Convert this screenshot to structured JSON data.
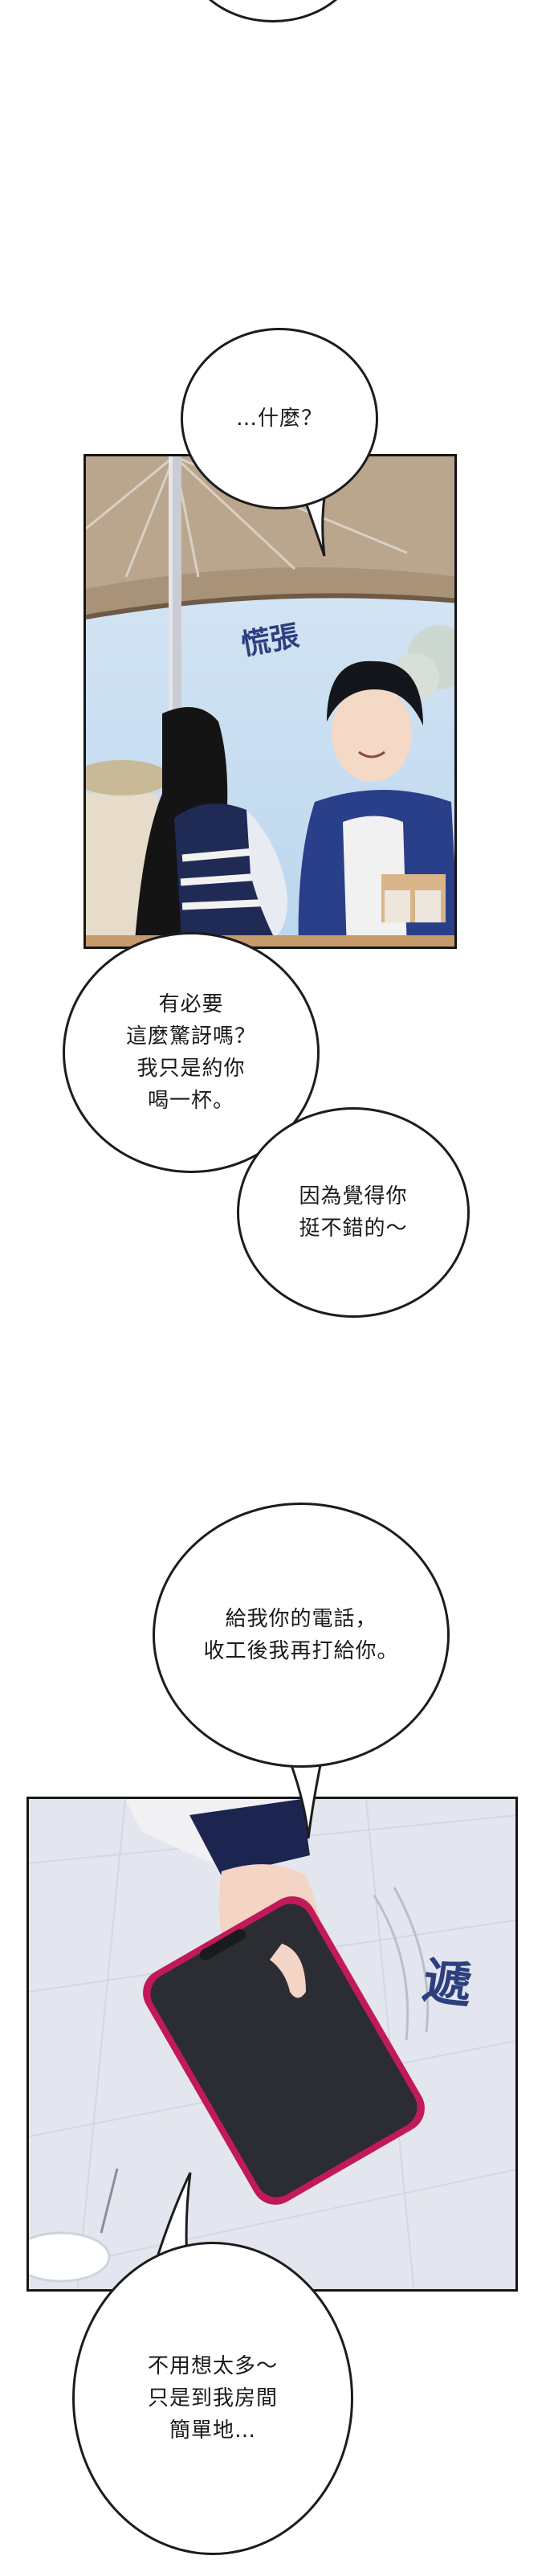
{
  "bubbles": {
    "b2": "…什麼？",
    "b3": "有必要\n這麼驚訝嗎？\n我只是約你\n喝一杯。",
    "b4": "因為覺得你\n挺不錯的～",
    "b5": "給我你的電話，\n收工後我再打給你。",
    "b6": "不用想太多～\n只是到我房間\n簡單地…"
  },
  "sfx": {
    "panic": "慌張",
    "hand_over": "遞"
  },
  "colors": {
    "sky": "#c9dff1",
    "umbrella": "#a89378",
    "floor": "#e3e6ee",
    "phone_case": "#c2195a",
    "sfx": "#2d3f7e"
  }
}
